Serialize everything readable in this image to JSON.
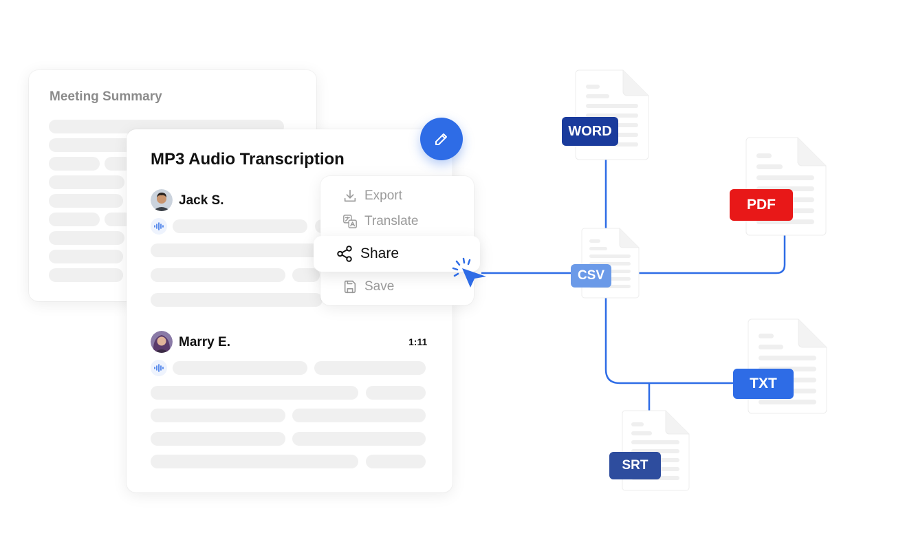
{
  "summary": {
    "title": "Meeting Summary"
  },
  "transcript": {
    "title": "MP3 Audio Transcription",
    "speakers": [
      {
        "name": "Jack S.",
        "time": ""
      },
      {
        "name": "Marry E.",
        "time": "1:11"
      }
    ]
  },
  "menu": {
    "export": "Export",
    "translate": "Translate",
    "share": "Share",
    "save": "Save"
  },
  "formats": {
    "word": "WORD",
    "pdf": "PDF",
    "csv": "CSV",
    "txt": "TXT",
    "srt": "SRT"
  },
  "colors": {
    "accent": "#2e6ce6",
    "word": "#1a3b9c",
    "pdf": "#e81818",
    "csv": "#6b9ae8",
    "txt": "#2e6ce6",
    "srt": "#2e4d9e"
  },
  "icons": {
    "edit": "pencil-icon",
    "export": "download-icon",
    "translate": "translate-icon",
    "share": "share-icon",
    "save": "save-icon",
    "wave": "audio-wave-icon",
    "cursor": "cursor-icon"
  }
}
